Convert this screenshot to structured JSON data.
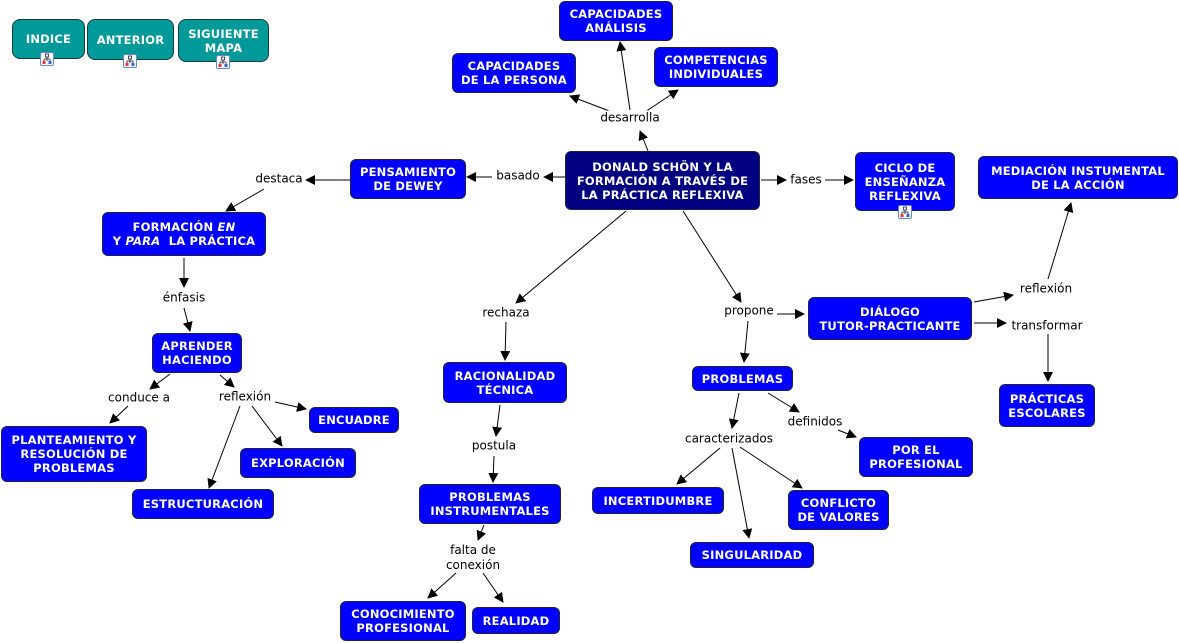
{
  "nav": {
    "indice": "INDICE",
    "anterior": "ANTERIOR",
    "siguiente_1": "SIGUIENTE",
    "siguiente_2": "MAPA"
  },
  "nodes": {
    "main_1": "DONALD SCHÖN Y LA",
    "main_2": "FORMACIÓN A TRAVÉS DE",
    "main_3": "LA PRÁCTICA REFLEXIVA",
    "cap_analisis_1": "CAPACIDADES",
    "cap_analisis_2": "ANÁLISIS",
    "cap_persona_1": "CAPACIDADES",
    "cap_persona_2": "DE LA PERSONA",
    "competencias_1": "COMPETENCIAS",
    "competencias_2": "INDIVIDUALES",
    "dewey_1": "PENSAMIENTO",
    "dewey_2": "DE DEWEY",
    "ciclo_1": "CICLO DE",
    "ciclo_2": "ENSEÑANZA",
    "ciclo_3": "REFLEXIVA",
    "mediacion_1": "MEDIACIÓN INSTUMENTAL",
    "mediacion_2": "DE LA ACCIÓN",
    "formacion_a": "FORMACIÓN ",
    "formacion_b": "EN",
    "formacion_c": "Y ",
    "formacion_d": "PARA",
    "formacion_e": "  LA PRÁCTICA",
    "aprender_1": "APRENDER",
    "aprender_2": "HACIENDO",
    "planteamiento_1": "PLANTEAMIENTO Y",
    "planteamiento_2": "RESOLUCIÓN DE",
    "planteamiento_3": "PROBLEMAS",
    "encuadre": "ENCUADRE",
    "exploracion": "EXPLORACIÓN",
    "estructuracion": "ESTRUCTURACIÓN",
    "racionalidad_1": "RACIONALIDAD",
    "racionalidad_2": "TÉCNICA",
    "prob_instr_1": "PROBLEMAS",
    "prob_instr_2": "INSTRUMENTALES",
    "conocimiento_1": "CONOCIMIENTO",
    "conocimiento_2": "PROFESIONAL",
    "realidad": "REALIDAD",
    "dialogo_1": "DIÁLOGO",
    "dialogo_2": "TUTOR-PRACTICANTE",
    "practicas_1": "PRÁCTICAS",
    "practicas_2": "ESCOLARES",
    "problemas": "PROBLEMAS",
    "por_profesional_1": "POR EL",
    "por_profesional_2": "PROFESIONAL",
    "incertidumbre": "INCERTIDUMBRE",
    "conflicto_1": "CONFLICTO",
    "conflicto_2": "DE VALORES",
    "singularidad": "SINGULARIDAD"
  },
  "labels": {
    "desarrolla": "desarrolla",
    "basado": "basado",
    "fases": "fases",
    "destaca": "destaca",
    "enfasis": "énfasis",
    "conduce_a": "conduce a",
    "reflexion_left": "reflexión",
    "rechaza": "rechaza",
    "postula": "postula",
    "falta_1": "falta de",
    "falta_2": "conexión",
    "propone": "propone",
    "reflexion_right": "reflexión",
    "transformar": "transformar",
    "caracterizados": "caracterizados",
    "definidos": "definidos"
  },
  "icons": {
    "submap_link": "concept-map-link-icon"
  },
  "colors": {
    "concept_fill": "#0000ff",
    "main_fill": "#000080",
    "nav_fill": "#009999",
    "text": "#ffffff",
    "link_text": "#000000"
  }
}
